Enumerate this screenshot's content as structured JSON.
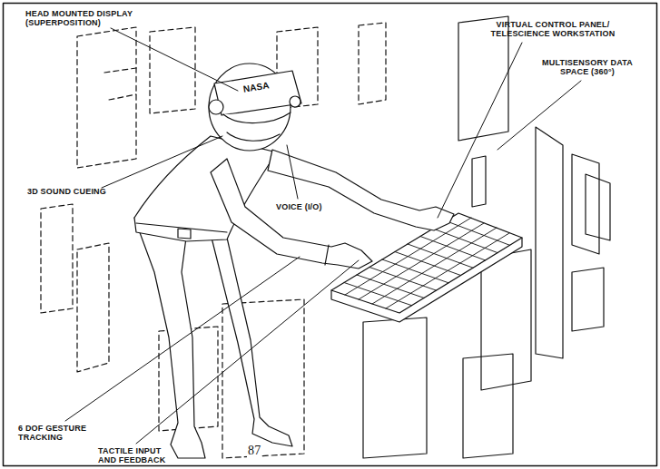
{
  "diagram": {
    "labels": [
      "HEAD MOUNTED DISPLAY (SUPERPOSITION)",
      "VIRTUAL CONTROL PANEL/ TELESCIENCE WORKSTATION",
      "MULTISENSORY DATA SPACE (360°)",
      "3D SOUND CUEING",
      "VOICE (I/O)",
      "6 DOF GESTURE TRACKING",
      "TACTILE INPUT AND FEEDBACK",
      "NASA",
      "87"
    ]
  }
}
